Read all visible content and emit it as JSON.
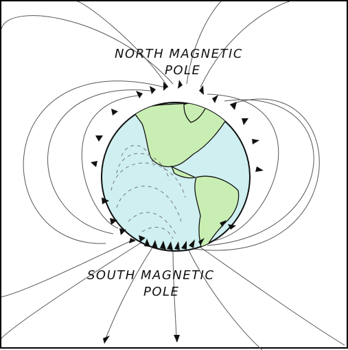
{
  "labels": {
    "north_line1": "NORTH  MAGNETIC",
    "north_line2": "POLE",
    "south_line1": "SOUTH  MAGNETIC",
    "south_line2": "POLE"
  },
  "colors": {
    "ocean": "#cfeff0",
    "land": "#c9eeb3",
    "field_lines": "#555555",
    "arrows": "#111111",
    "outline": "#111111"
  }
}
